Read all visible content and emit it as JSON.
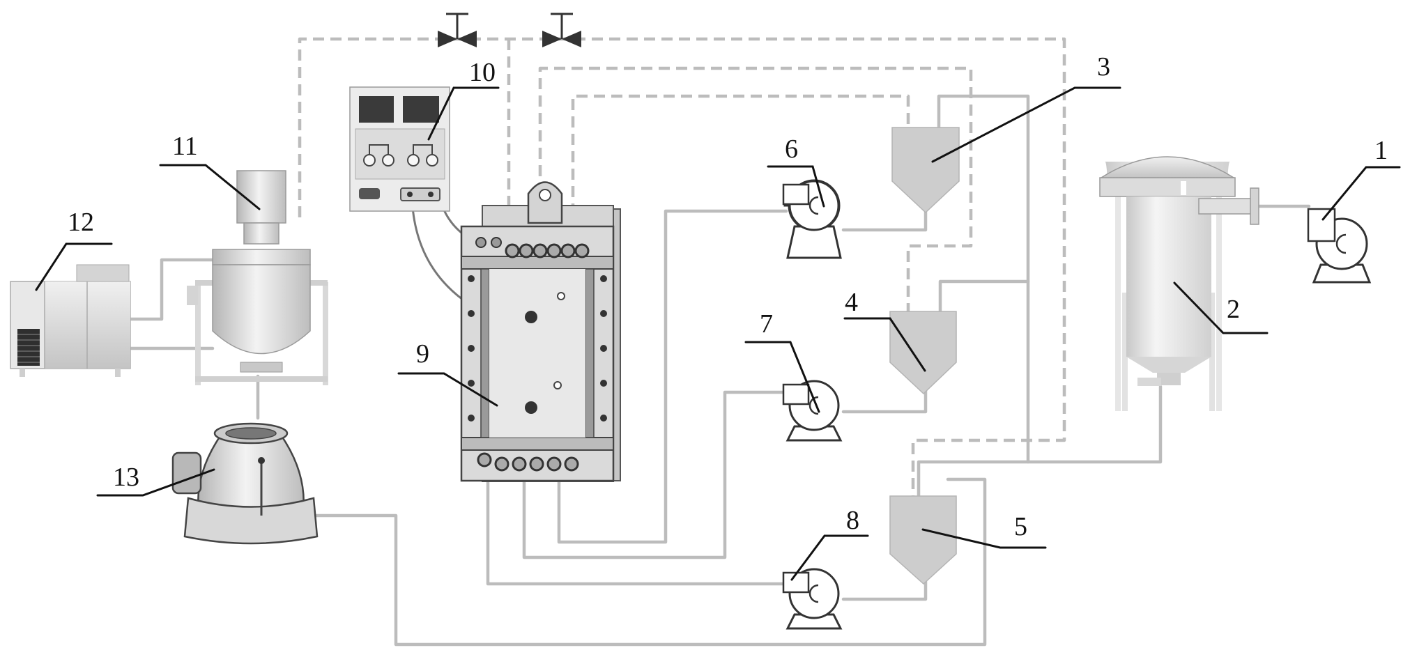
{
  "labels": {
    "pump_1": "1",
    "filter_2": "2",
    "tank_3": "3",
    "tank_4": "4",
    "tank_5": "5",
    "pump_6": "6",
    "pump_7": "7",
    "pump_8": "8",
    "stack_9": "9",
    "power_supply_10": "10",
    "reactor_11": "11",
    "chiller_12": "12",
    "centrifuge_13": "13"
  }
}
